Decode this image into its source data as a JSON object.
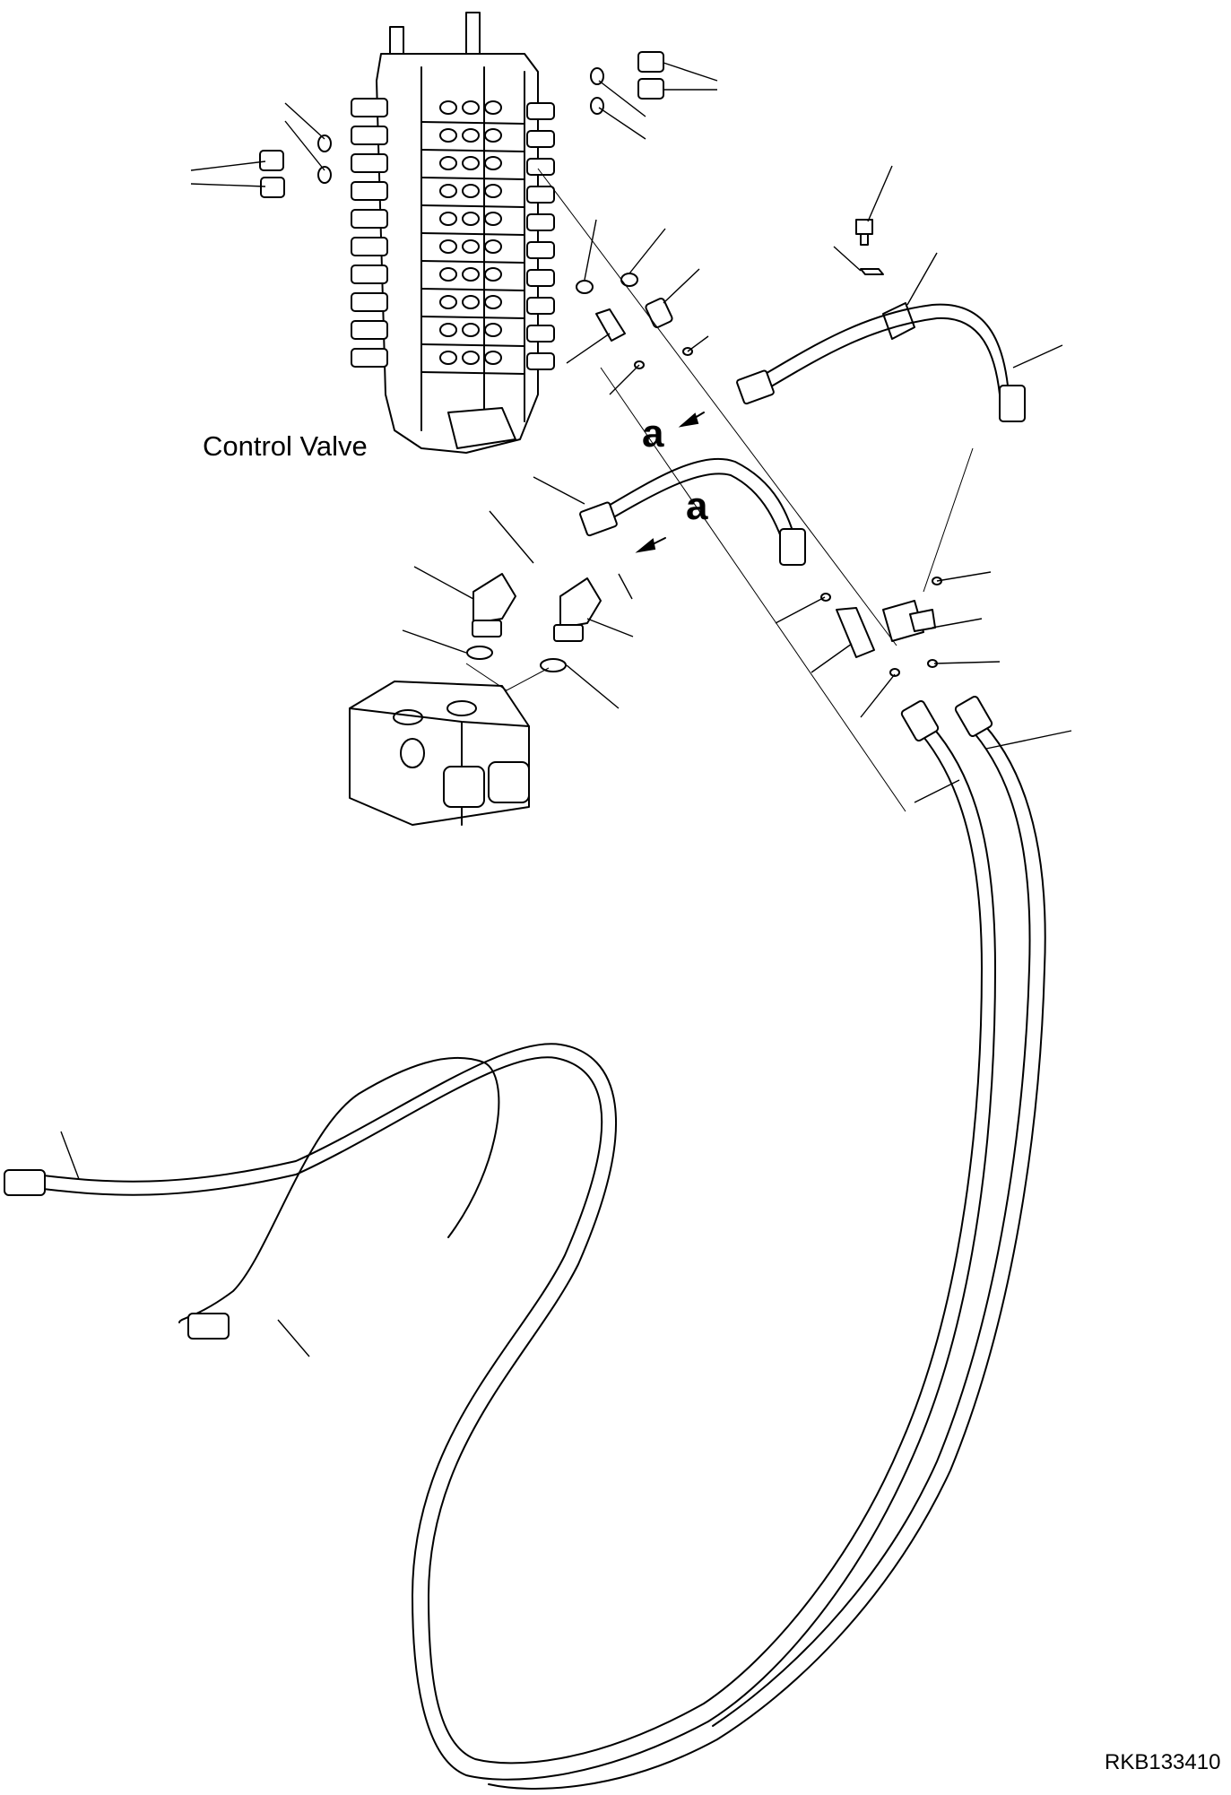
{
  "labels": {
    "control_valve": "Control Valve",
    "arrow_a_upper": "a",
    "arrow_a_lower": "a",
    "drawing_code": "RKB133410"
  },
  "colors": {
    "ink": "#000000",
    "paper": "#ffffff"
  },
  "icons": [
    "control-valve-icon",
    "valve-block-icon",
    "elbow-fitting-icon",
    "tee-fitting-icon",
    "adapter-fitting-icon",
    "plug-icon",
    "o-ring-icon",
    "hose-icon",
    "clamp-icon",
    "bolt-icon"
  ]
}
